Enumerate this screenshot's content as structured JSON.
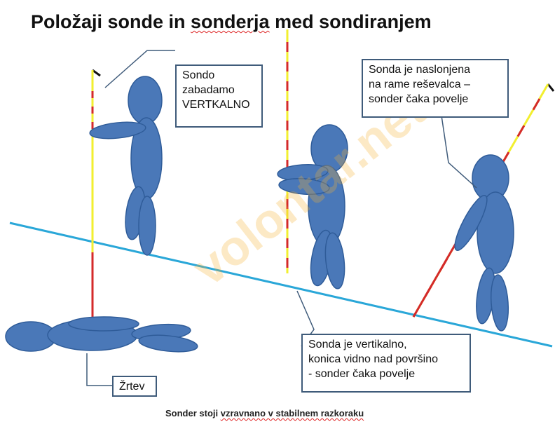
{
  "title": {
    "part1": "Položaji sonde in ",
    "part2": "sonderja",
    "part3": " med sondiranjem"
  },
  "callouts": {
    "vertical": {
      "lines": [
        "Sondo",
        "zabadamo",
        "VERTKALNO"
      ]
    },
    "shoulder": {
      "lines": [
        "Sonda je naslonjena",
        "na rame reševalca –",
        "sonder čaka povelje"
      ]
    },
    "surface": {
      "lines": [
        "Sonda je vertikalno,",
        "konica vidno nad površino",
        "- sonder čaka povelje"
      ]
    },
    "victim": {
      "text": "Žrtev"
    }
  },
  "footer": {
    "part1": "Sonder stoji ",
    "part2": "vzravnano v stabilnem razkoraku"
  },
  "watermark": "volontar.net",
  "colors": {
    "figure": "#4a78b8",
    "figure_stroke": "#2f5c99",
    "slope": "#2aa7d8",
    "probe_yellow": "#f2ef2f",
    "probe_red": "#d42a2a",
    "callout_border": "#3f5b7a"
  }
}
